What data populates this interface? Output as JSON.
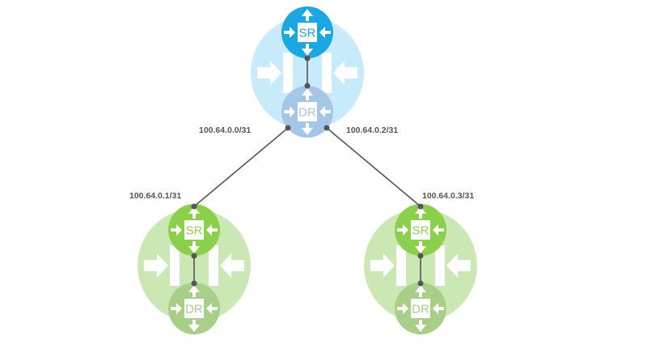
{
  "colors": {
    "top_router": "#1aa7e4",
    "top_dr": "#a4c6e8",
    "top_halo": "#c7ebfa",
    "green_router": "#8bd04a",
    "green_dr": "#a8cf88",
    "green_halo": "#cbe8b4",
    "link": "#555555"
  },
  "top_cluster": {
    "sr_label": "SR",
    "dr_label": "DR"
  },
  "left_cluster": {
    "sr_label": "SR",
    "dr_label": "DR"
  },
  "right_cluster": {
    "sr_label": "SR",
    "dr_label": "DR"
  },
  "links": {
    "top_left_ip": "100.64.0.0/31",
    "top_right_ip": "100.64.0.2/31",
    "left_ip": "100.64.0.1/31",
    "right_ip": "100.64.0.3/31"
  },
  "icons": {
    "router": "router-arrows-icon",
    "halo": "edge-cluster-icon"
  }
}
